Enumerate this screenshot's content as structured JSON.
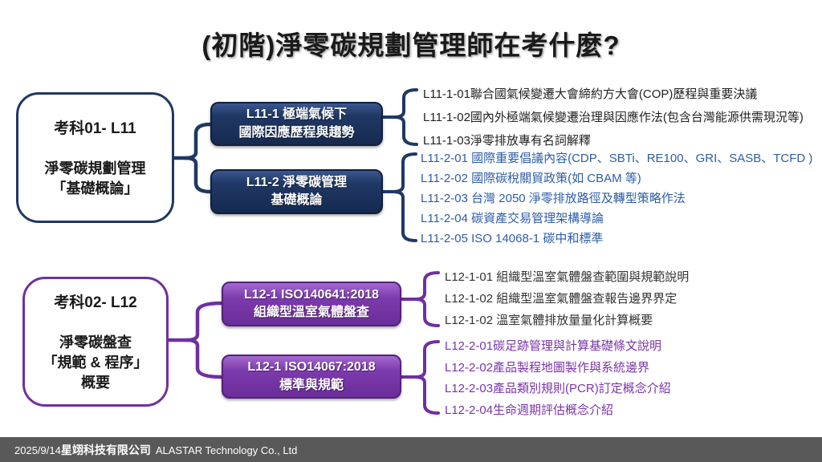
{
  "slide": {
    "title": "(初階)淨零碳規劃管理師在考什麼?",
    "footer": {
      "date": "2025/9/14",
      "company_zh": "星翊科技有限公司",
      "company_en": "ALASTAR Technology Co., Ltd"
    }
  },
  "colors": {
    "navy": "#1f3864",
    "purple": "#7030a0",
    "topic_blue": "#2e5da6",
    "topic_purple": "#7a35a8",
    "topic_black": "#262626",
    "footer_bg": "#595959"
  },
  "exam1": {
    "card": {
      "code": "考科01- L11",
      "name_line1": "淨零碳規劃管理",
      "name_line2": "「基礎概論」"
    },
    "module1": {
      "title_line1": "L11-1  極端氣候下",
      "title_line2": "國際因應歷程與趨勢",
      "topics": [
        "L11-1-01聯合國氣候變遷大會締約方大會(COP)歷程與重要決議",
        "L11-1-02國內外極端氣候變遷治理與因應作法(包含台灣能源供需現況等)",
        "L11-1-03淨零排放專有名詞解釋"
      ]
    },
    "module2": {
      "title_line1": "L11-2 淨零碳管理",
      "title_line2": "基礎概論",
      "topics": [
        "L11-2-01 國際重要倡議內容(CDP、SBTi、RE100、GRI、SASB、TCFD )",
        "L11-2-02 國際碳稅關貿政策(如 CBAM 等)",
        "L11-2-03 台灣 2050 淨零排放路徑及轉型策略作法",
        "L11-2-04 碳資產交易管理架構導論",
        "L11-2-05  ISO 14068-1 碳中和標準"
      ]
    }
  },
  "exam2": {
    "card": {
      "code": "考科02- L12",
      "name_line1": "淨零碳盤查",
      "name_line2": "「規範 & 程序」",
      "name_line3": "概要"
    },
    "module1": {
      "title_line1": "L12-1 ISO140641:2018",
      "title_line2": "組織型溫室氣體盤查",
      "topics": [
        "L12-1-01 組織型溫室氣體盤查範圍與規範說明",
        "L12-1-02 組織型溫室氣體盤查報告邊界界定",
        "L12-1-02 溫室氣體排放量量化計算概要"
      ]
    },
    "module2": {
      "title_line1": "L12-1 ISO14067:2018",
      "title_line2": "標準與規範",
      "topics": [
        "L12-2-01碳足跡管理與計算基礎條文說明",
        "L12-2-02產品製程地圖製作與系統邊界",
        "L12-2-03產品類別規則(PCR)訂定概念介紹",
        "L12-2-04生命週期評估概念介紹"
      ]
    }
  }
}
